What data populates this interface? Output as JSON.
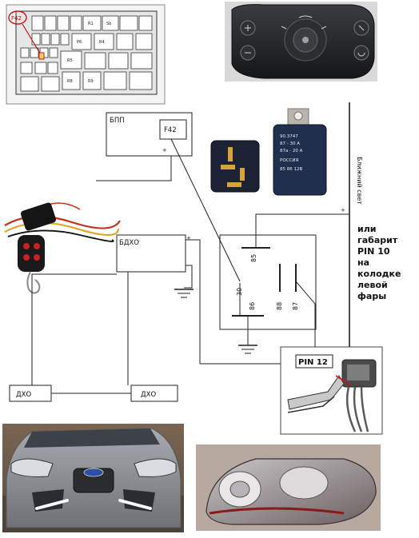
{
  "fuse_box_photo": {
    "fuse_label": "F42",
    "cells": [
      "R1",
      "Sb",
      "P6",
      "R4",
      "R5",
      "R8",
      "R9"
    ]
  },
  "relay_photo_label": {
    "line1": "90.3747",
    "line2": "87 - 30 A",
    "line3": "87a - 20 A",
    "line4": "РОССИЯ",
    "line5": "85   86   12В"
  },
  "labels": {
    "bpp": "БПП",
    "f42": "F42",
    "bdho": "БДХО",
    "plus_bpp": "+",
    "plus_bdho": "+",
    "plus_low_beam": "+",
    "low_beam": "Ближний свет",
    "pin85": "85",
    "pin30": "30",
    "pin86": "86",
    "pin88": "88",
    "pin87": "87",
    "dho_left": "ДХО",
    "dho_right": "ДХО",
    "pin12": "PIN 12"
  },
  "note_lines": [
    "или",
    "габарит",
    "PIN 10",
    "на",
    "колодке",
    "левой",
    "фары"
  ],
  "colors": {
    "wire": "#222222",
    "car_body": "#8f9398",
    "sky": "#6d5a4a",
    "relay_blue": "#1f2f4d",
    "drl_led": "#f4f7ff"
  }
}
